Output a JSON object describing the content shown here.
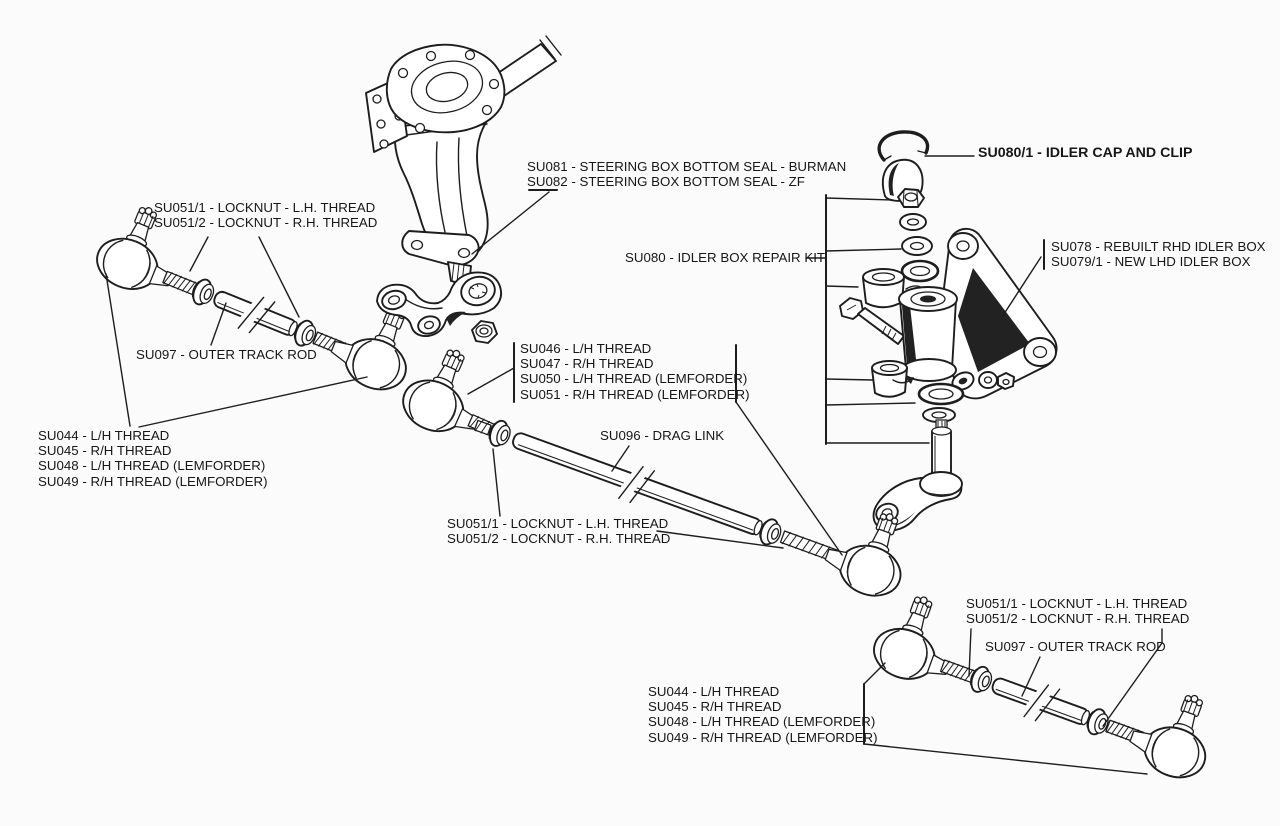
{
  "colors": {
    "background": "#fbfbfb",
    "ink": "#1d1d1d"
  },
  "labels": {
    "steering_box_seals": {
      "lines": [
        "SU081 - STEERING BOX BOTTOM SEAL - BURMAN",
        "SU082 - STEERING BOX BOTTOM SEAL - ZF"
      ]
    },
    "idler_cap_and_clip": {
      "lines": [
        "SU080/1 - IDLER CAP AND CLIP"
      ]
    },
    "locknuts_top_left": {
      "lines": [
        "SU051/1 - LOCKNUT - L.H. THREAD",
        "SU051/2 - LOCKNUT - R.H. THREAD"
      ]
    },
    "idler_box_repair_kit": {
      "lines": [
        "SU080 - IDLER BOX REPAIR KIT"
      ]
    },
    "idler_box": {
      "lines": [
        "SU078 - REBUILT RHD IDLER BOX",
        "SU079/1 - NEW LHD IDLER BOX"
      ]
    },
    "outer_track_rod_left": {
      "lines": [
        "SU097 - OUTER TRACK ROD"
      ]
    },
    "drag_link_end_threads": {
      "lines": [
        "SU046 - L/H THREAD",
        "SU047 - R/H THREAD",
        "SU050 - L/H THREAD (LEMFORDER)",
        "SU051 - R/H THREAD (LEMFORDER)"
      ]
    },
    "track_rod_end_threads_left": {
      "lines": [
        "SU044 - L/H THREAD",
        "SU045 - R/H THREAD",
        "SU048 - L/H THREAD (LEMFORDER)",
        "SU049 - R/H THREAD (LEMFORDER)"
      ]
    },
    "drag_link": {
      "lines": [
        "SU096 - DRAG LINK"
      ]
    },
    "locknuts_middle": {
      "lines": [
        "SU051/1 - LOCKNUT - L.H. THREAD",
        "SU051/2 - LOCKNUT - R.H. THREAD"
      ]
    },
    "locknuts_bottom_right": {
      "lines": [
        "SU051/1 - LOCKNUT - L.H. THREAD",
        "SU051/2 - LOCKNUT - R.H. THREAD"
      ]
    },
    "outer_track_rod_right": {
      "lines": [
        "SU097 - OUTER TRACK ROD"
      ]
    },
    "track_rod_end_threads_right": {
      "lines": [
        "SU044 - L/H THREAD",
        "SU045 - R/H THREAD",
        "SU048 - L/H THREAD (LEMFORDER)",
        "SU049 - R/H THREAD (LEMFORDER)"
      ]
    }
  }
}
